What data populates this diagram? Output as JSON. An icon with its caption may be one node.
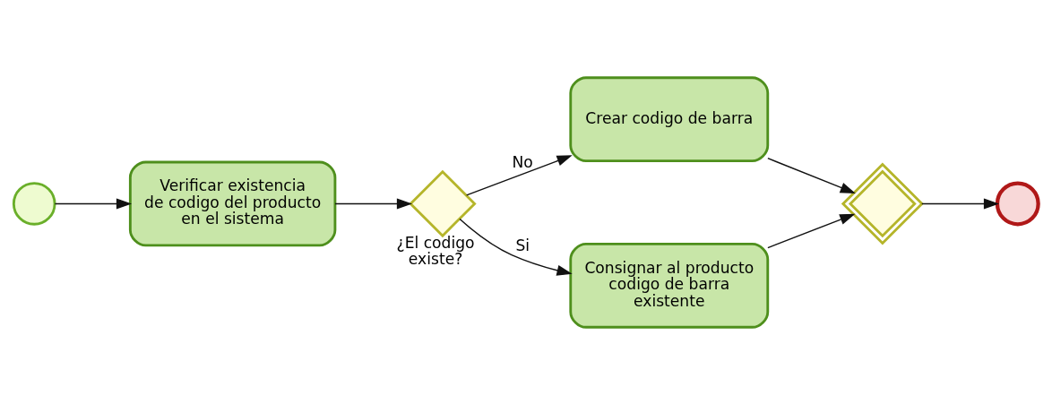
{
  "diagram": {
    "nodes": [
      {
        "text": [],
        "shape": "circle"
      },
      {
        "text": [
          "Verificar existencia de codigo del producto en el sistema"
        ]
      },
      {
        "text": [],
        "shape": "diamond",
        "beside": [
          "¿El codigo existe?"
        ]
      },
      {
        "text": [
          "Crear codigo de barra"
        ]
      },
      {
        "text": [
          "Consignar al producto codigo de barra existente"
        ]
      },
      {
        "text": [],
        "shape": "diamond"
      },
      {
        "text": [],
        "shape": "circle"
      }
    ],
    "edges": [
      {
        "from": 0,
        "to": 1,
        "arrow": "to"
      },
      {
        "from": 1,
        "to": 2,
        "arrow": "to"
      },
      {
        "from": 2,
        "to": 3,
        "arrow": "to",
        "label": "No"
      },
      {
        "from": 2,
        "to": 4,
        "arrow": "to",
        "label": "Si"
      },
      {
        "from": 3,
        "to": 5,
        "arrow": "to"
      },
      {
        "from": 4,
        "to": 5,
        "arrow": "to"
      },
      {
        "from": 5,
        "to": 6,
        "arrow": "to"
      }
    ]
  }
}
